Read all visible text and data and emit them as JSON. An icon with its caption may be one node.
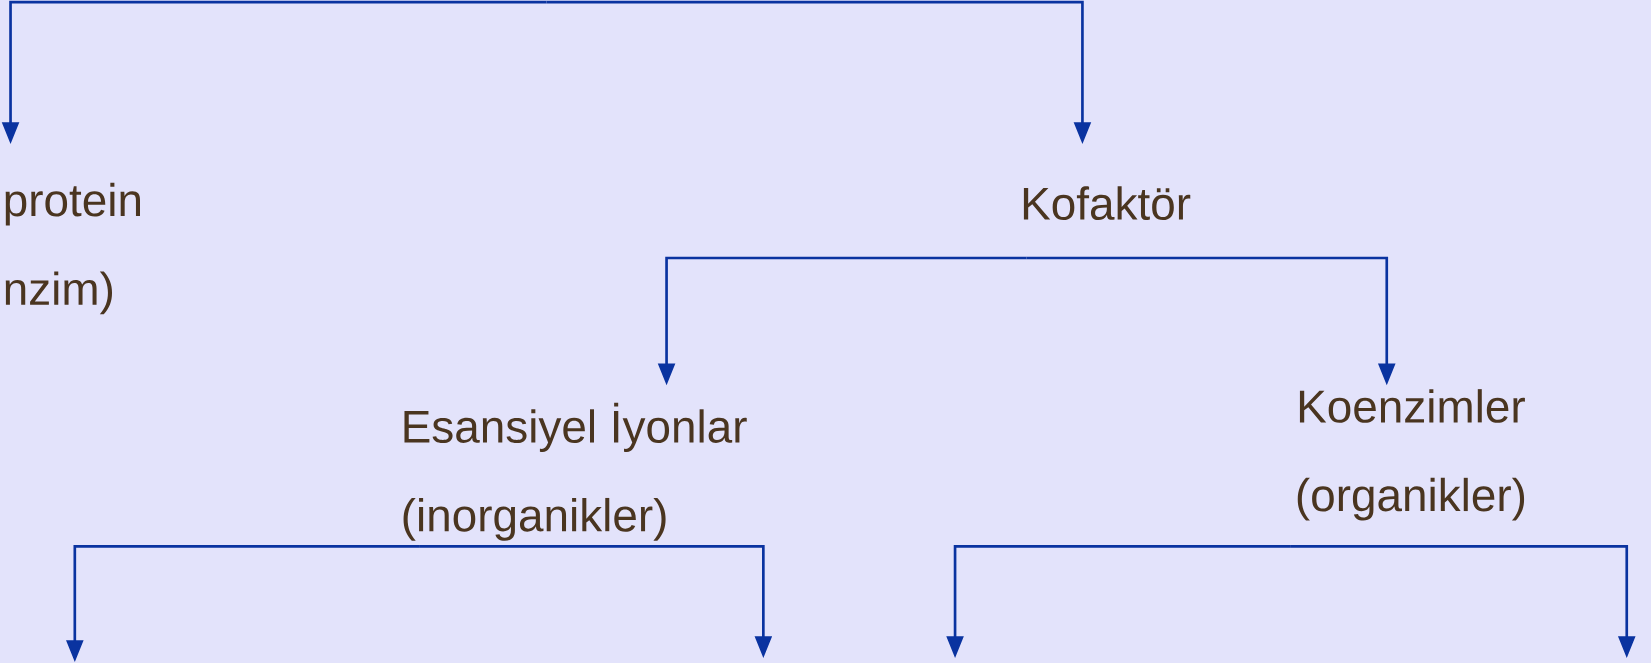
{
  "diagram": {
    "nodes": [
      {
        "text": [
          "protein",
          "nzim)"
        ]
      },
      {
        "text": [
          "Kofaktör"
        ]
      },
      {
        "text": [
          "Esansiyel İyonlar",
          "(inorganikler)"
        ]
      },
      {
        "text": [
          "Koenzimler",
          "(organikler)"
        ]
      }
    ],
    "edges": [
      {
        "from": null,
        "to": 0,
        "arrow": "to"
      },
      {
        "from": null,
        "to": 1,
        "arrow": "to"
      },
      {
        "from": 1,
        "to": 2,
        "arrow": "to"
      },
      {
        "from": 1,
        "to": 3,
        "arrow": "to"
      },
      {
        "from": 2,
        "to": null,
        "arrow": "to"
      },
      {
        "from": 2,
        "to": null,
        "arrow": "to"
      },
      {
        "from": 3,
        "to": null,
        "arrow": "to"
      },
      {
        "from": 3,
        "to": null,
        "arrow": "to"
      }
    ]
  }
}
